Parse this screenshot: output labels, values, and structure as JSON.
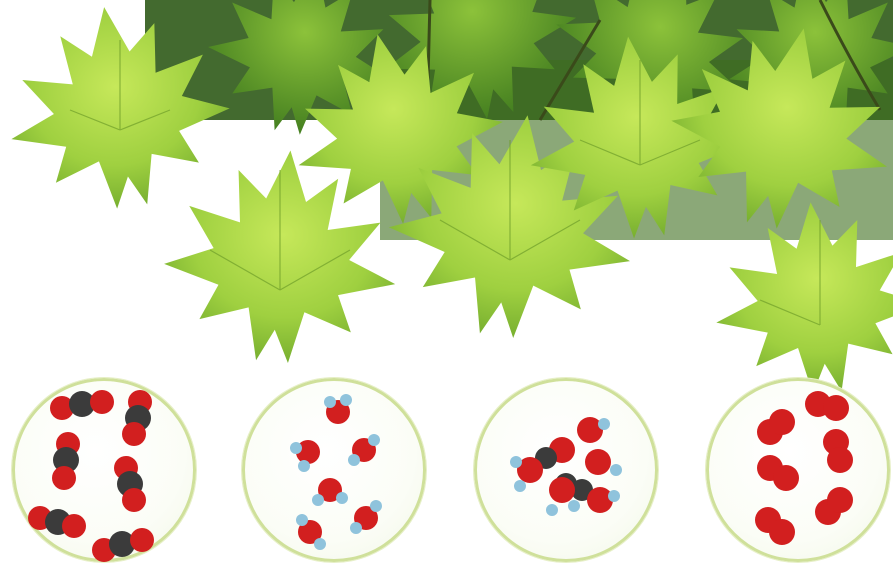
{
  "scene": {
    "subject": "maple-leaves-with-molecule-circles",
    "colors": {
      "leaf_light": "#b7de4a",
      "leaf_mid": "#8cc23a",
      "leaf_dark": "#4f8a22",
      "shadow": "#2f5a18",
      "oxygen": "#d21f1f",
      "carbon": "#3b3b3b",
      "hydrogen": "#8fc3dc",
      "circle_ring": "#cfe09a"
    }
  },
  "molecule_circles": [
    {
      "molecule": "carbon-dioxide",
      "icon": "co2-molecules-icon"
    },
    {
      "molecule": "water",
      "icon": "h2o-molecules-icon"
    },
    {
      "molecule": "glucose",
      "icon": "glucose-molecule-icon"
    },
    {
      "molecule": "oxygen",
      "icon": "o2-molecules-icon"
    }
  ]
}
